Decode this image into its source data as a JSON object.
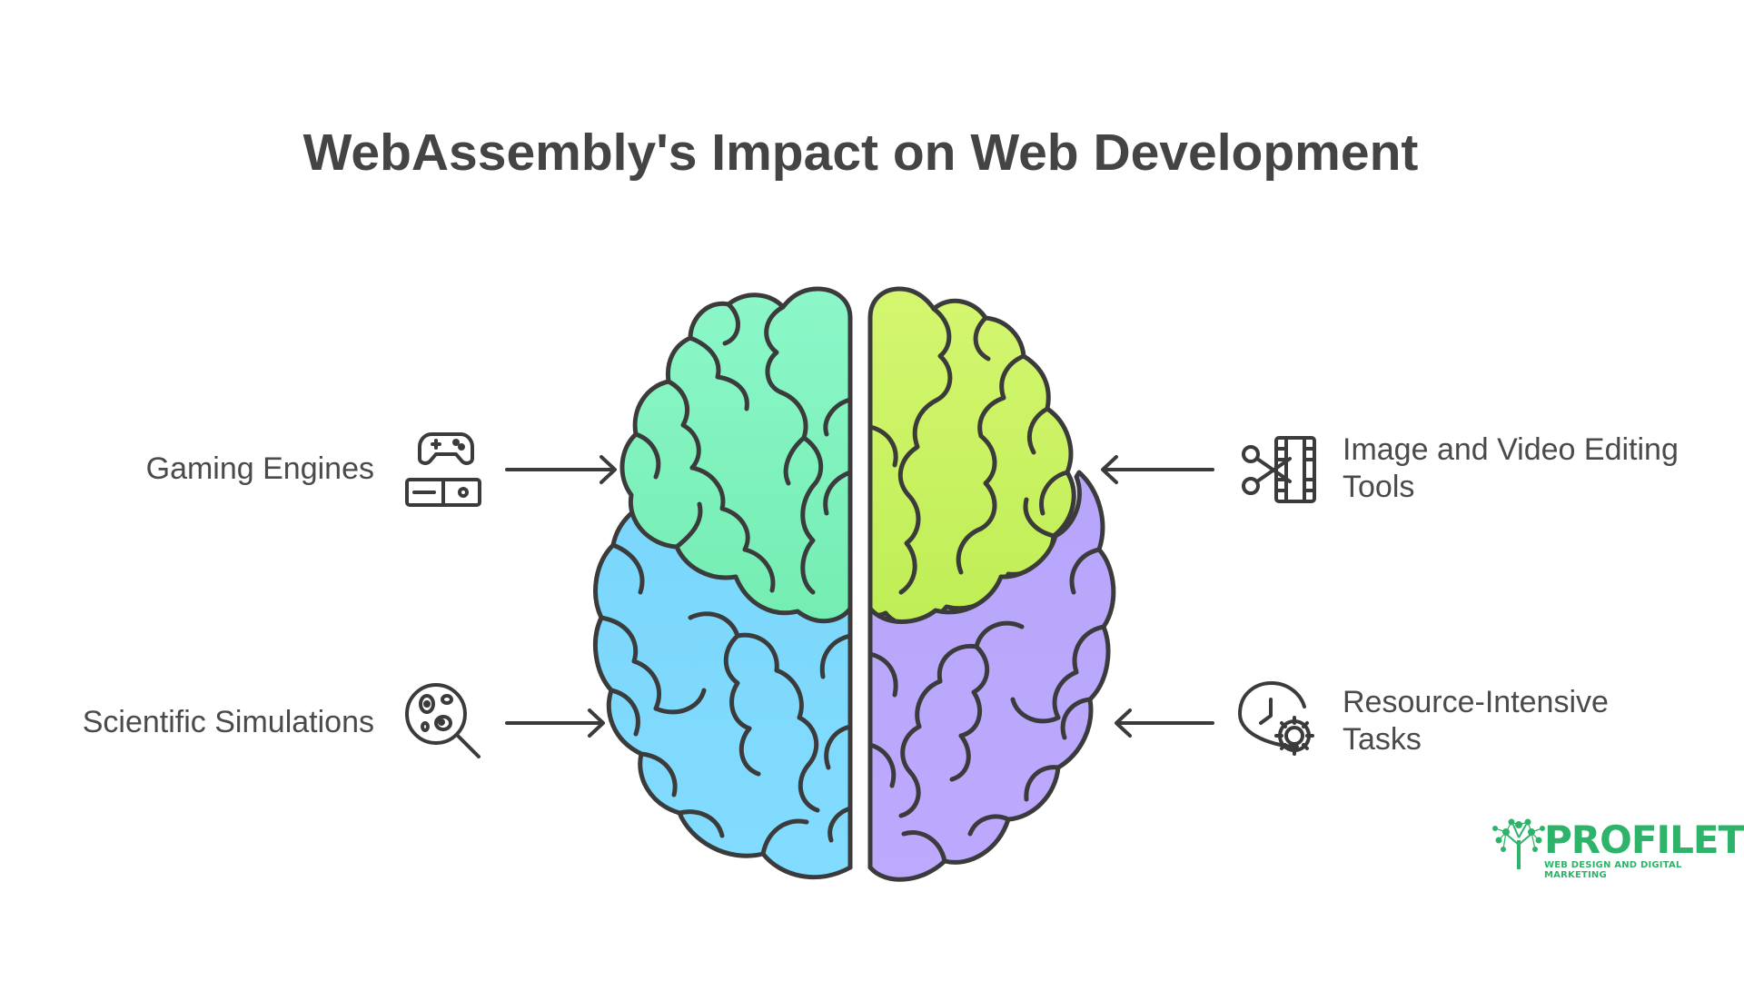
{
  "title": "WebAssembly's Impact on Web Development",
  "items": [
    {
      "label": "Gaming Engines",
      "icon": "game-controller-console-icon",
      "color": "#84f5c4"
    },
    {
      "label_line1": "Image and Video Editing",
      "label_line2": "Tools",
      "icon": "scissors-film-icon",
      "color": "#cdf467"
    },
    {
      "label": "Scientific Simulations",
      "icon": "magnifier-microbes-icon",
      "color": "#7fd9fc"
    },
    {
      "label_line1": "Resource-Intensive",
      "label_line2": "Tasks",
      "icon": "clock-gear-icon",
      "color": "#b9a8fc"
    }
  ],
  "logo": {
    "name": "PROFILETREE",
    "tagline": "WEB DESIGN AND DIGITAL MARKETING",
    "color": "#2db36a"
  },
  "colors": {
    "stroke": "#3b3b3b",
    "text": "#4a4a4a"
  }
}
